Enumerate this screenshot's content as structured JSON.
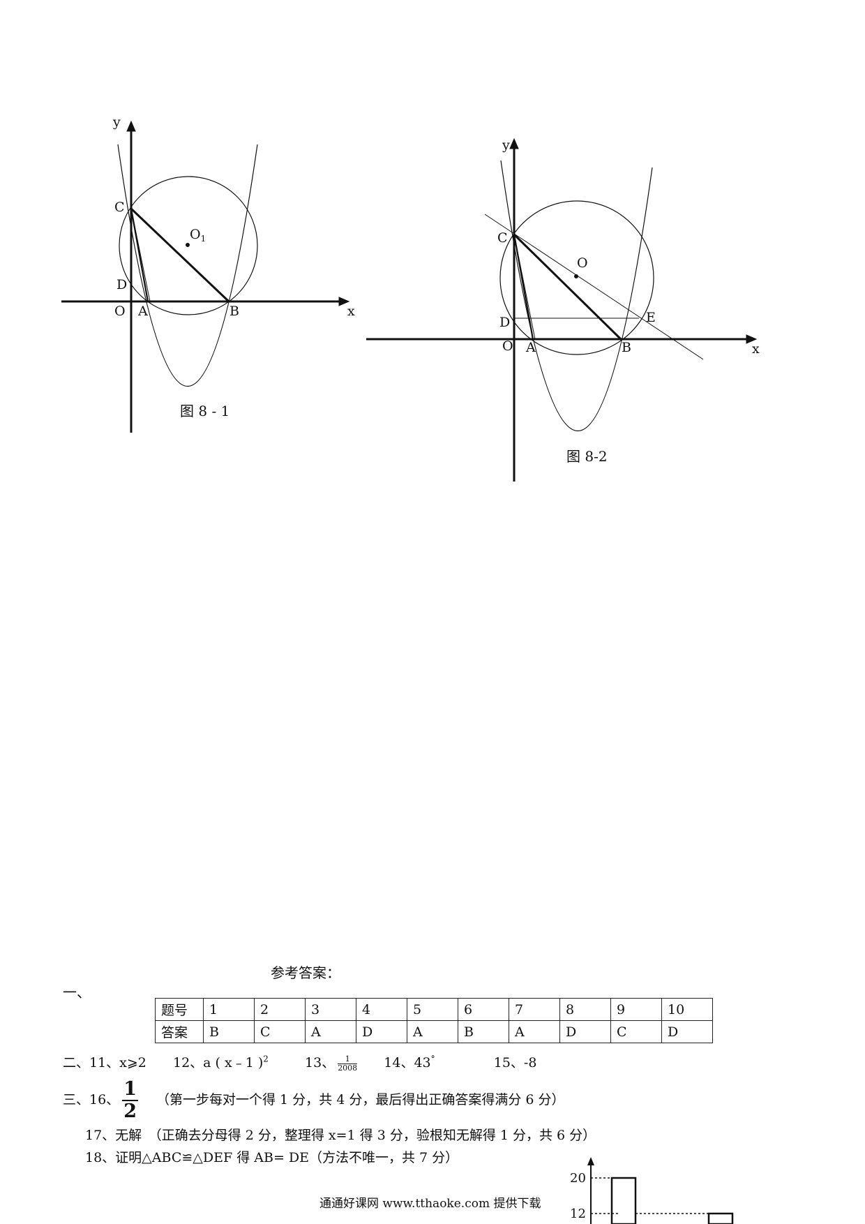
{
  "figure1": {
    "caption": "图 8 - 1",
    "labels": {
      "y": "y",
      "x": "x",
      "c": "C",
      "o1": "O",
      "o1_sub": "1",
      "d": "D",
      "o": "O",
      "a": "A",
      "b": "B"
    }
  },
  "figure2": {
    "caption": "图 8-2",
    "labels": {
      "y": "y",
      "x": "x",
      "c": "C",
      "o": "O",
      "d": "D",
      "e": "E",
      "origin": "O",
      "a": "A",
      "b": "B"
    }
  },
  "answers": {
    "title": "参考答案：",
    "section1": "一、",
    "row_header_q": "题号",
    "row_header_a": "答案",
    "questions": [
      "1",
      "2",
      "3",
      "4",
      "5",
      "6",
      "7",
      "8",
      "9",
      "10"
    ],
    "choices": [
      "B",
      "C",
      "A",
      "D",
      "A",
      "B",
      "A",
      "D",
      "C",
      "D"
    ]
  },
  "section2": {
    "prefix": "二、11、x⩾2",
    "q12": "12、a ( x﹣1 )",
    "q12_sup": "2",
    "q13": "13、",
    "q13_num": "1",
    "q13_den": "2008",
    "q14": "14、43",
    "q14_sup": "°",
    "q15": "15、-8"
  },
  "section3": {
    "q16_prefix": "三、16、",
    "q16_num": "1",
    "q16_den": "2",
    "q16_note": "（第一步每对一个得 1 分，共 4 分，最后得出正确答案得满分 6 分）",
    "q17": "17、无解　（正确去分母得 2 分，整理得 x=1 得 3 分，验根知无解得 1 分，共 6 分）",
    "q18": "18、证明△ABC≌△DEF 得 AB= DE（方法不唯一，共 7 分）"
  },
  "footer": "通通好课网  www.tthaoke.com  提供下载",
  "chart_data": {
    "type": "bar",
    "yticks": [
      "20",
      "12"
    ],
    "values": [
      20,
      12
    ]
  }
}
